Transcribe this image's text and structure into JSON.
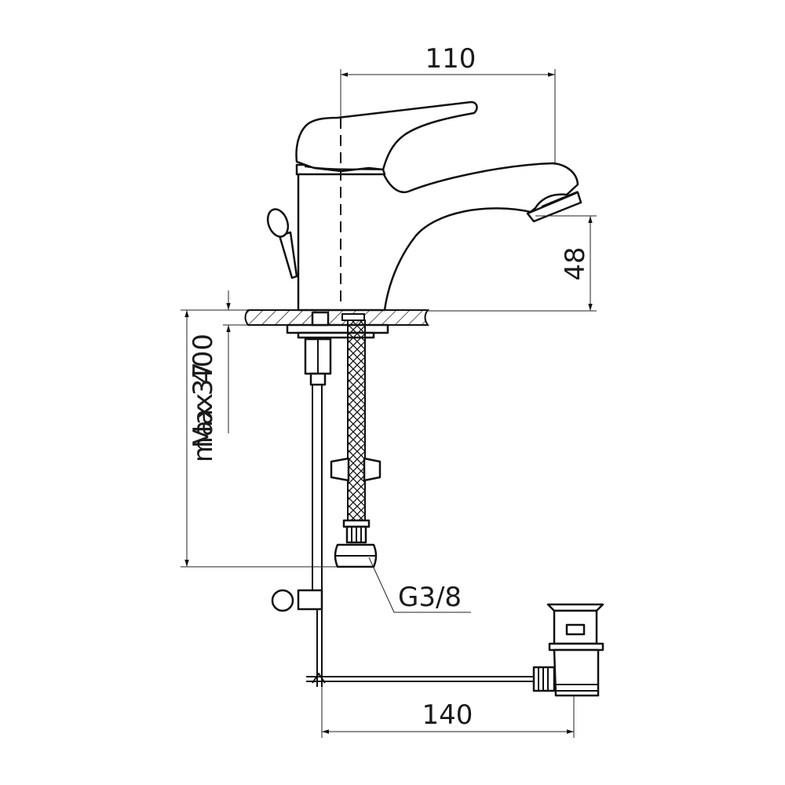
{
  "dimensions": {
    "spout_reach": "110",
    "spout_height": "48",
    "max_hose": "Max 400",
    "deck_thickness": "max 37",
    "connection_thread": "G3/8",
    "rod_length": "140"
  }
}
